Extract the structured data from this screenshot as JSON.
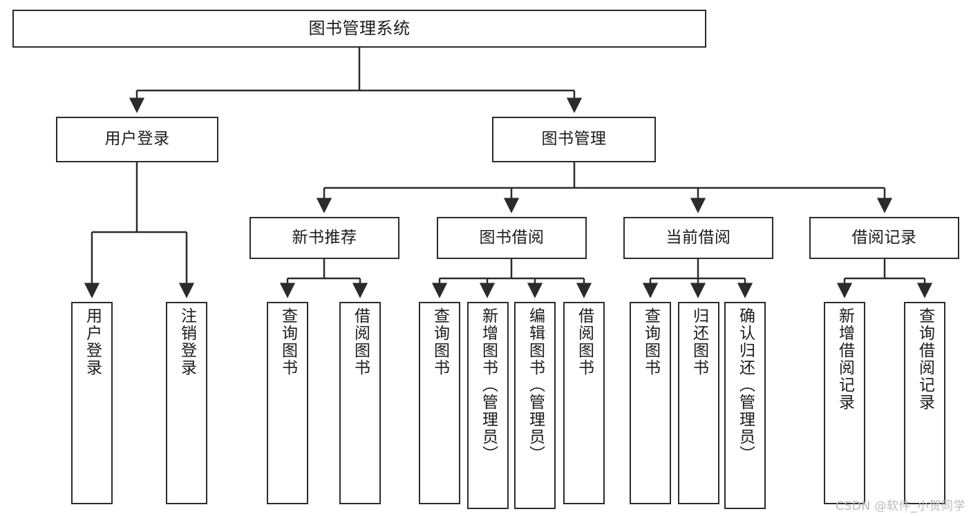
{
  "diagram": {
    "title": "图书管理系统",
    "watermark": "CSDN @软件_小贺同学",
    "accent_color": "#2b2b2b",
    "background_color": "#ffffff"
  },
  "nodes": {
    "root": {
      "label": "图书管理系统"
    },
    "level2": [
      {
        "id": "user-login",
        "label": "用户登录"
      },
      {
        "id": "book-management",
        "label": "图书管理"
      }
    ],
    "level3": [
      {
        "id": "new-book-recommend",
        "label": "新书推荐"
      },
      {
        "id": "book-borrow",
        "label": "图书借阅"
      },
      {
        "id": "current-borrow",
        "label": "当前借阅"
      },
      {
        "id": "borrow-record",
        "label": "借阅记录"
      }
    ],
    "leaves": {
      "user_login": [
        {
          "id": "leaf-user-login",
          "label": "用户登录"
        },
        {
          "id": "leaf-logout-login",
          "label": "注销登录"
        }
      ],
      "new_book_recommend": [
        {
          "id": "leaf-query-book-1",
          "label": "查询图书"
        },
        {
          "id": "leaf-borrow-book-1",
          "label": "借阅图书"
        }
      ],
      "book_borrow": [
        {
          "id": "leaf-query-book-2",
          "label": "查询图书"
        },
        {
          "id": "leaf-add-book",
          "label": "新增图书（管理员）"
        },
        {
          "id": "leaf-edit-book",
          "label": "编辑图书（管理员）"
        },
        {
          "id": "leaf-borrow-book-2",
          "label": "借阅图书"
        }
      ],
      "current_borrow": [
        {
          "id": "leaf-query-book-3",
          "label": "查询图书"
        },
        {
          "id": "leaf-return-book",
          "label": "归还图书"
        },
        {
          "id": "leaf-confirm-return",
          "label": "确认归还（管理员）"
        }
      ],
      "borrow_record": [
        {
          "id": "leaf-add-record",
          "label": "新增借阅记录"
        },
        {
          "id": "leaf-query-record",
          "label": "查询借阅记录"
        }
      ]
    }
  }
}
